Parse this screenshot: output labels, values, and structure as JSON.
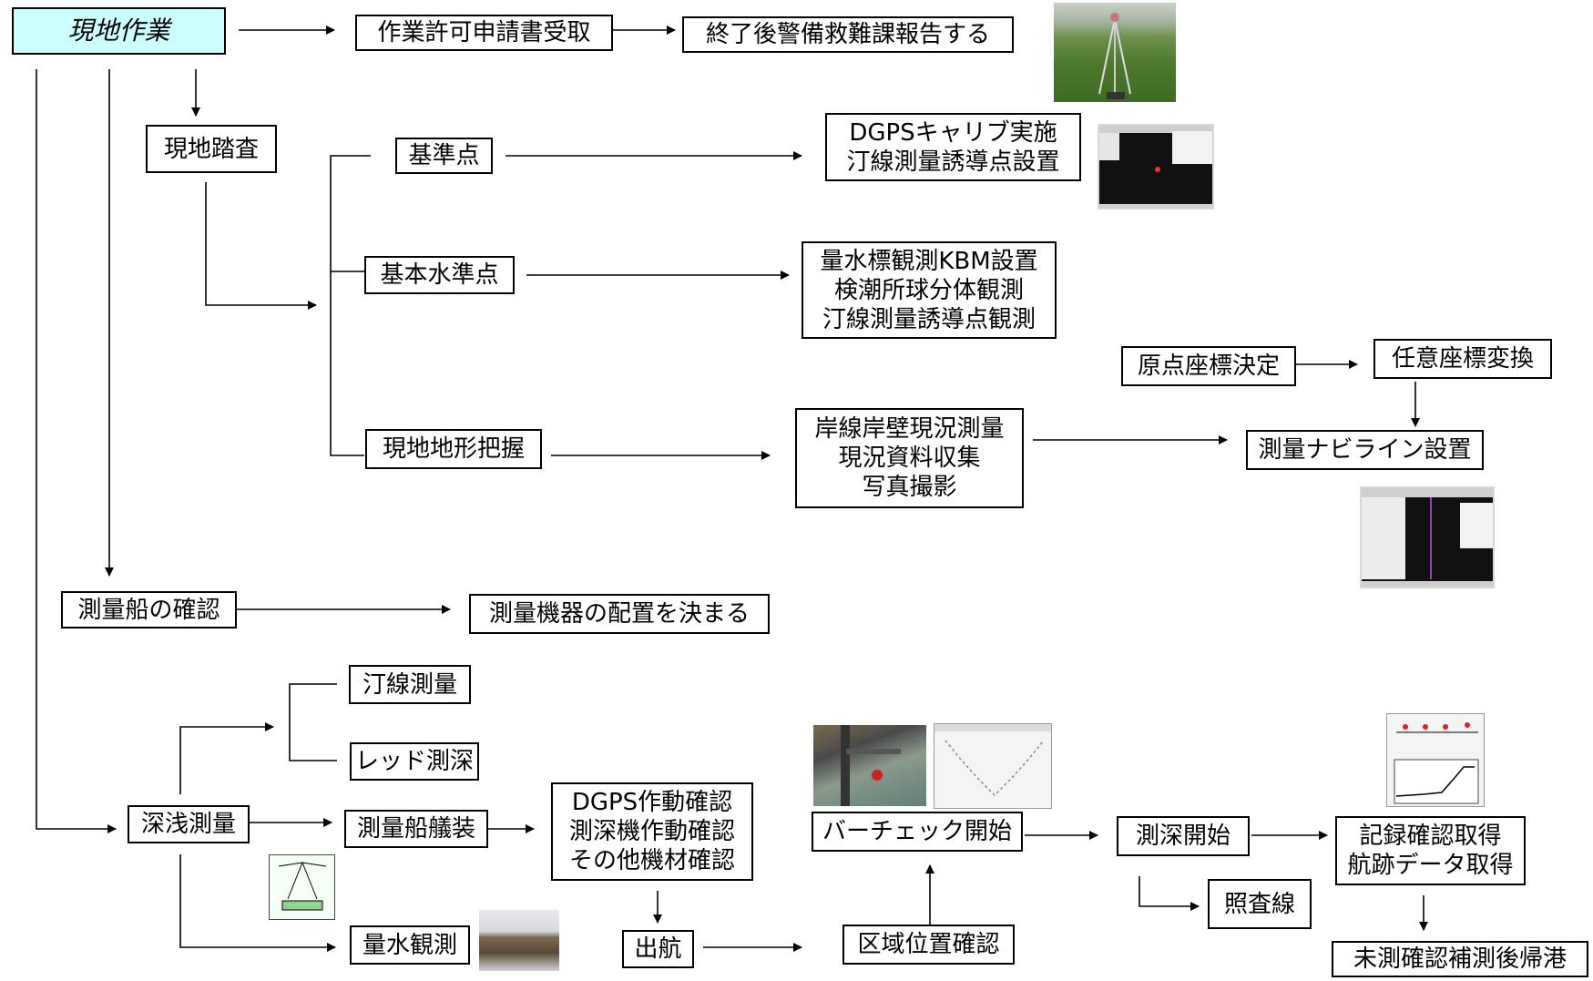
{
  "nodes": {
    "genchi_sagyou": "現地作業",
    "kyoka": "作業許可申請書受取",
    "houkoku": "終了後警備救難課報告する",
    "genchi_tousa": "現地踏査",
    "kijunten": "基準点",
    "dgps": [
      "DGPSキャリブ実施",
      "汀線測量誘導点設置"
    ],
    "kihon_suijunten": "基本水準点",
    "ryousui": [
      "量水標観測KBM設置",
      "検潮所球分体観測",
      "汀線測量誘導点観測"
    ],
    "genchi_chikei": "現地地形把握",
    "ganzen": [
      "岸線岸壁現況測量",
      "現況資料収集",
      "写真撮影"
    ],
    "genten": "原点座標決定",
    "nin_i": "任意座標変換",
    "navi": "測量ナビライン設置",
    "sokuryousen_kakunin": "測量船の確認",
    "kiki_haichi": "測量機器の配置を決まる",
    "teisen": "汀線測量",
    "red": "レッド測深",
    "shinsen": "深浅測量",
    "gisou": "測量船艤装",
    "sadou": [
      "DGPS作動確認",
      "測深機作動確認",
      "その他機材確認"
    ],
    "ryousui_kansoku": "量水観測",
    "shukkou": "出航",
    "kuiki": "区域位置確認",
    "bar_check": "バーチェック開始",
    "sokushin_kaishi": "測深開始",
    "shousasen": "照査線",
    "kiroku": [
      "記録確認取得",
      "航跡データ取得"
    ],
    "kaerikou": "未測確認補測後帰港"
  },
  "colors": {
    "root_fill": "#ccffff",
    "stroke": "#000000"
  }
}
